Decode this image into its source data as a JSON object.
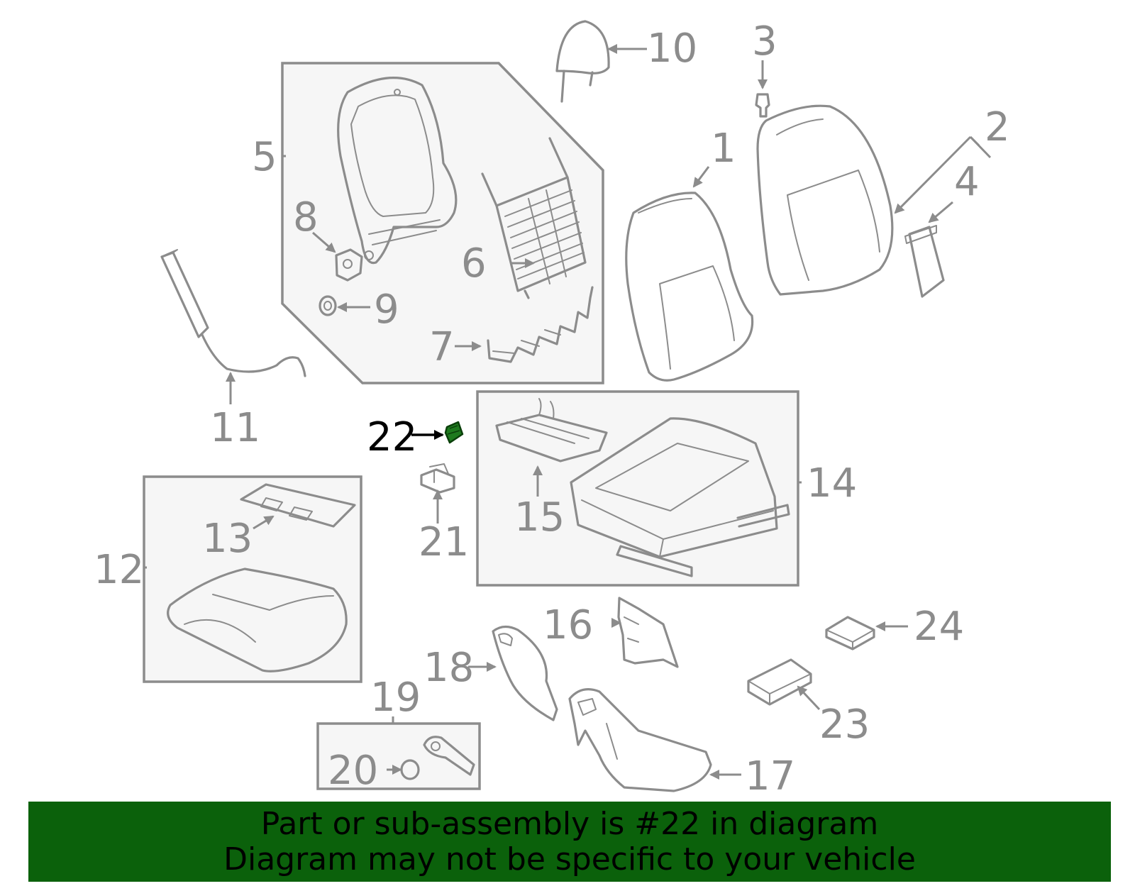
{
  "diagram": {
    "callouts": {
      "c1": "1",
      "c2": "2",
      "c3": "3",
      "c4": "4",
      "c5": "5",
      "c6": "6",
      "c7": "7",
      "c8": "8",
      "c9": "9",
      "c10": "10",
      "c11": "11",
      "c12": "12",
      "c13": "13",
      "c14": "14",
      "c15": "15",
      "c16": "16",
      "c17": "17",
      "c18": "18",
      "c19": "19",
      "c20": "20",
      "c21": "21",
      "c22": "22",
      "c23": "23",
      "c24": "24"
    },
    "highlighted_part": "22",
    "highlight_color": "#1e7a1e",
    "line_color": "#8c8c8c"
  },
  "banner": {
    "line1": "Part or sub-assembly is #22 in diagram",
    "line2": "Diagram may not be specific to your vehicle",
    "color": "#0b610b"
  }
}
